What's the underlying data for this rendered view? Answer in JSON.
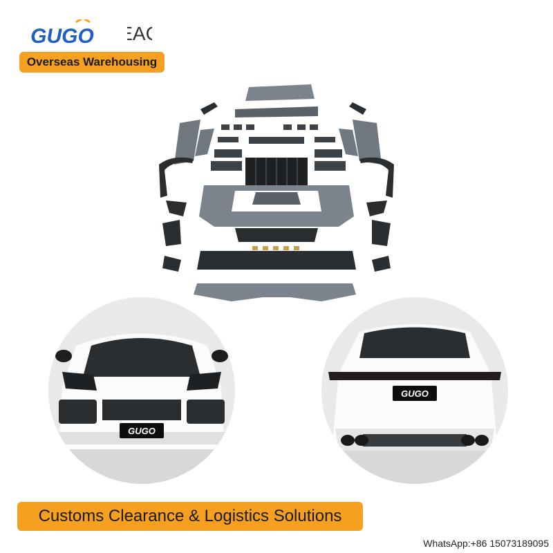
{
  "brand": {
    "logo_text": "GUGO",
    "cert_mark": "EAC"
  },
  "banner_top": {
    "text": "Overseas Warehousing"
  },
  "images": {
    "parts_kit": "body kit parts exploded view",
    "front_car": "white SUV front view",
    "rear_car": "white SUV rear view"
  },
  "plates": {
    "front": "GUGO",
    "rear": "GUGO"
  },
  "banner_bottom": {
    "text": "Customs Clearance & Logistics Solutions"
  },
  "contact": {
    "whatsapp": "WhatsApp:+86 15073189095"
  },
  "colors": {
    "accent_orange": "#f5a021",
    "brand_blue": "#1f5fbf",
    "brand_orange": "#f5a021"
  }
}
